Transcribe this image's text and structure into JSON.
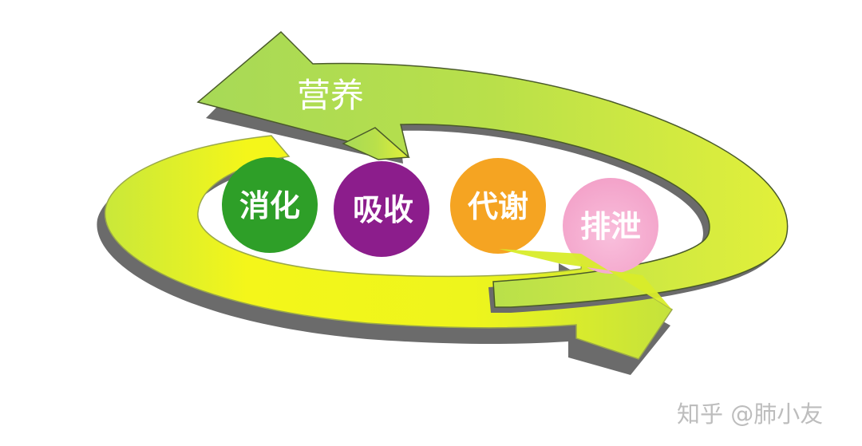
{
  "cycle": {
    "title": "营养",
    "arrow_colors": {
      "yellow": "#f4f61a",
      "green": "#9fd84c",
      "shadow": "#6b6b6b"
    },
    "steps": [
      {
        "label": "消化",
        "color": "#2e9f28"
      },
      {
        "label": "吸收",
        "color": "#8c1d8c"
      },
      {
        "label": "代谢",
        "color": "#f5a422"
      },
      {
        "label": "排泄",
        "color": "#f6a9cf"
      }
    ]
  },
  "watermark": {
    "text": "知乎 @肺小友"
  }
}
